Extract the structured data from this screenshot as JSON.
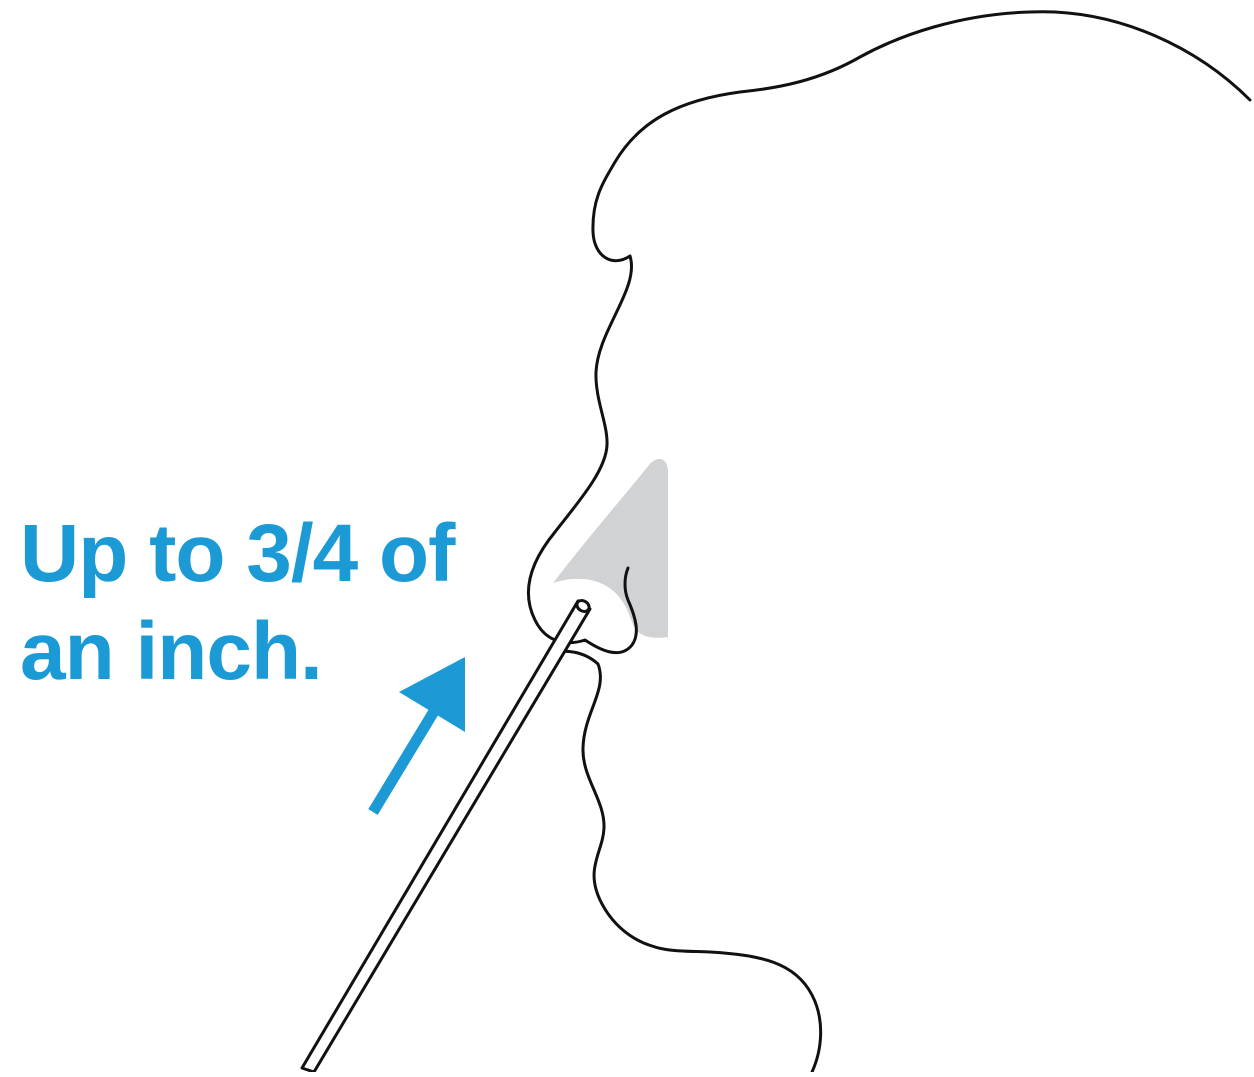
{
  "instruction": {
    "line1": "Up to 3/4 of",
    "line2": "an inch."
  },
  "icons": {
    "head": "head-profile-outline",
    "swab": "nasal-swab",
    "arrow": "insertion-direction-arrow",
    "nostril": "nasal-cavity-shading"
  },
  "colors": {
    "accent": "#1b9ad6",
    "outline": "#111111",
    "shading": "#d1d2d4",
    "background": "#ffffff"
  }
}
